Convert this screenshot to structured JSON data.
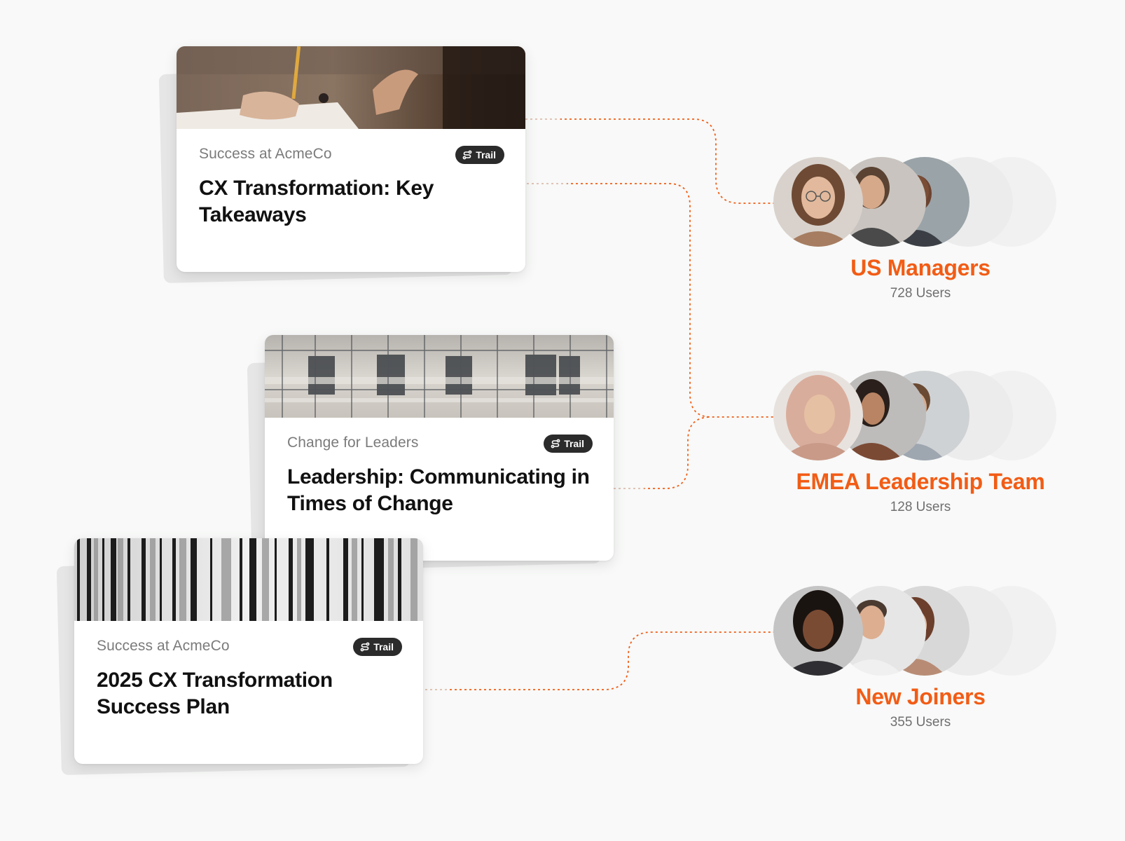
{
  "colors": {
    "accent": "#f25c15",
    "badge": "#2b2b2b",
    "background": "#f8f9f8"
  },
  "cards": [
    {
      "category": "Success at AcmeCo",
      "badge_label": "Trail",
      "badge_icon": "route-icon",
      "title": "CX Transformation: Key Takeaways",
      "image": "hands-desk-photo"
    },
    {
      "category": "Change for Leaders",
      "badge_label": "Trail",
      "badge_icon": "route-icon",
      "title": "Leadership: Communicating in Times of Change",
      "image": "glass-building-reflection-photo"
    },
    {
      "category": "Success at AcmeCo",
      "badge_label": "Trail",
      "badge_icon": "route-icon",
      "title": "2025 CX Transformation Success Plan",
      "image": "columns-pattern-photo"
    }
  ],
  "groups": [
    {
      "name": "US Managers",
      "count": "728 Users"
    },
    {
      "name": "EMEA Leadership Team",
      "count": "128 Users"
    },
    {
      "name": "New Joiners",
      "count": "355 Users"
    }
  ]
}
